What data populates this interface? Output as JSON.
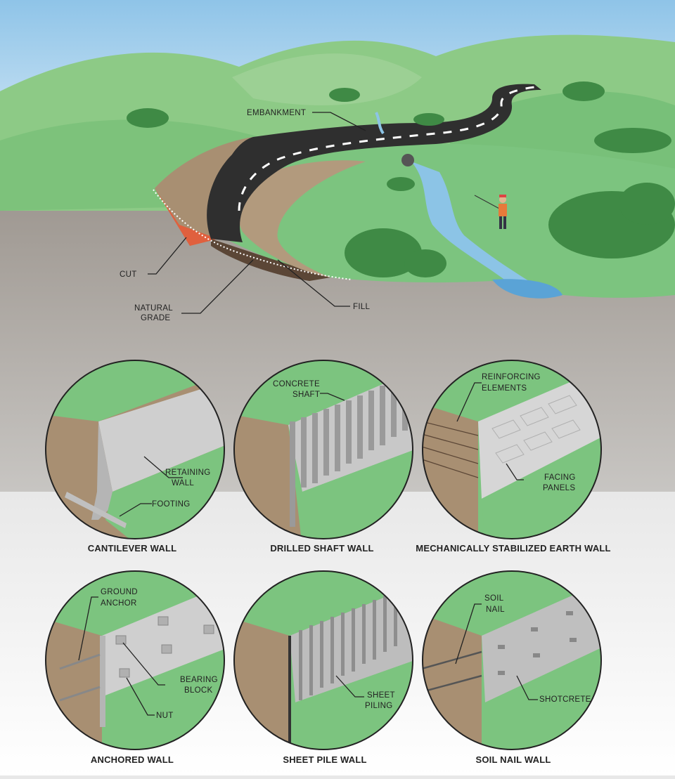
{
  "landscape": {
    "embankment": "EMBANKMENT",
    "cut": "CUT",
    "natural_grade_1": "NATURAL",
    "natural_grade_2": "GRADE",
    "fill": "FILL"
  },
  "walls": [
    {
      "caption": "CANTILEVER WALL",
      "labels": [
        "RETAINING",
        "WALL",
        "FOOTING"
      ]
    },
    {
      "caption": "DRILLED SHAFT WALL",
      "labels": [
        "CONCRETE",
        "SHAFT"
      ]
    },
    {
      "caption": "MECHANICALLY STABILIZED EARTH WALL",
      "labels": [
        "REINFORCING",
        "ELEMENTS",
        "FACING",
        "PANELS"
      ]
    },
    {
      "caption": "ANCHORED WALL",
      "labels": [
        "GROUND",
        "ANCHOR",
        "BEARING",
        "BLOCK",
        "NUT"
      ]
    },
    {
      "caption": "SHEET PILE WALL",
      "labels": [
        "SHEET",
        "PILING"
      ]
    },
    {
      "caption": "SOIL NAIL WALL",
      "labels": [
        "SOIL",
        "NAIL",
        "SHOTCRETE"
      ]
    }
  ],
  "colors": {
    "grass": "#7cc47f",
    "grass_dark": "#5aa960",
    "soil": "#a88f72",
    "concrete": "#c8c8c8",
    "water": "#8cc4e6",
    "road": "#2f2f2f"
  }
}
